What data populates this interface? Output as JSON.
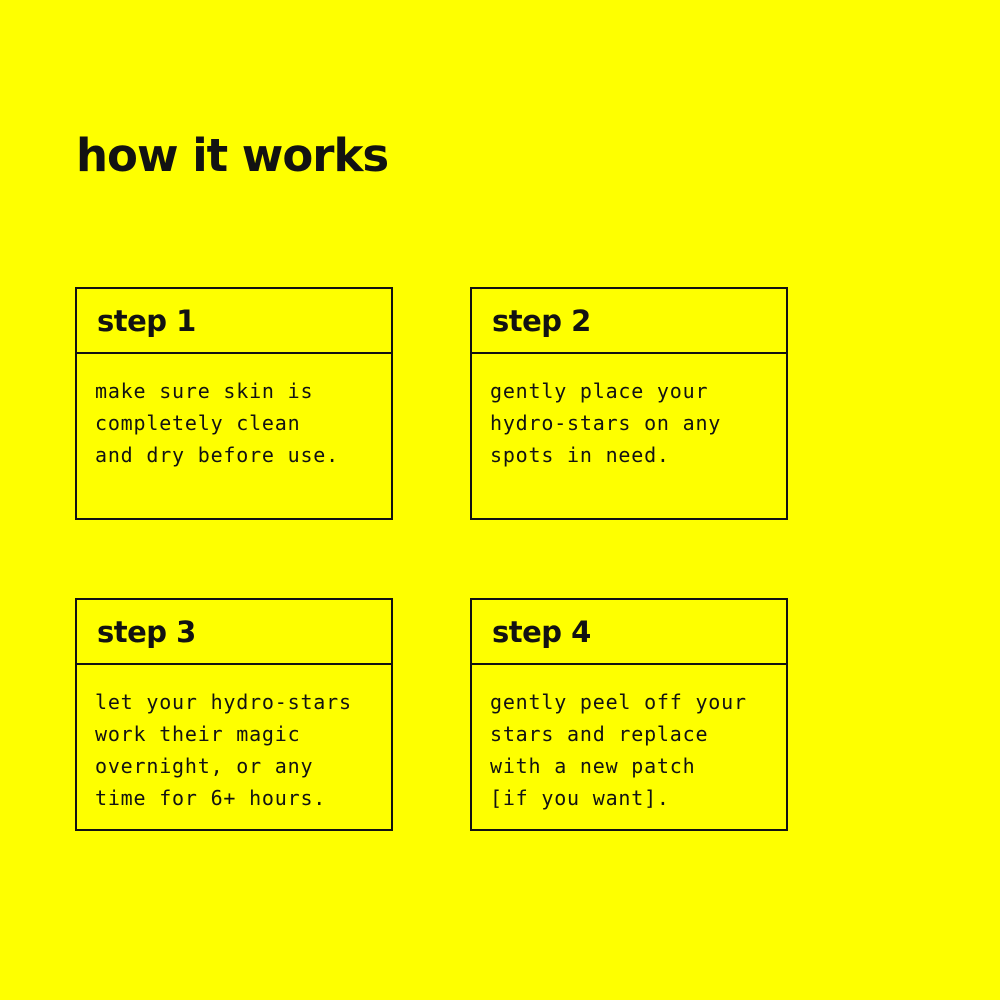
{
  "page": {
    "title": "how it works",
    "background_color": "#feff00",
    "text_color": "#121212",
    "border_color": "#121212"
  },
  "steps": [
    {
      "label": "step 1",
      "body": "make sure skin is\ncompletely clean\nand dry before use."
    },
    {
      "label": "step 2",
      "body": "gently place your\nhydro-stars on any\nspots in need."
    },
    {
      "label": "step 3",
      "body": "let your hydro-stars\nwork their magic\novernight, or any\ntime for 6+ hours."
    },
    {
      "label": "step 4",
      "body": "gently peel off your\nstars and replace\nwith a new patch\n[if you want]."
    }
  ]
}
